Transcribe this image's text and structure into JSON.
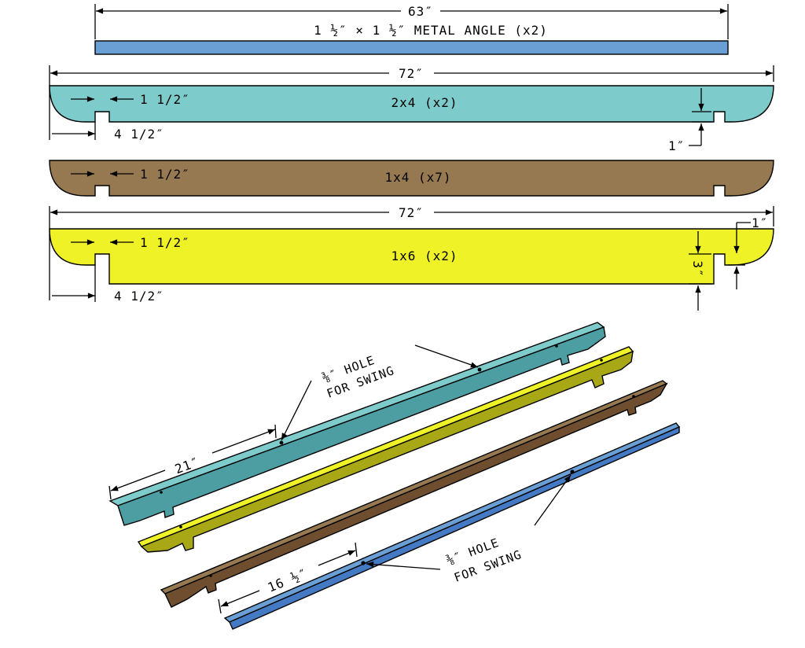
{
  "colors": {
    "angle": "#6a9fd6",
    "two_by_four": "#7ecbcb",
    "one_by_four": "#967950",
    "one_by_six": "#eef226",
    "iso_teal": "#4c9ea3",
    "iso_yellow": "#a8a816",
    "iso_brown": "#6e4e2e",
    "iso_blue": "#4479c4"
  },
  "metal_angle": {
    "length_label": "63″",
    "label": "1 ½″ × 1 ½″ METAL ANGLE (x2)"
  },
  "two_by_four": {
    "length_label": "72″",
    "label": "2x4 (x2)",
    "notch_width": "1 1/2″",
    "notch_offset": "4 1/2″",
    "notch_depth": "1″"
  },
  "one_by_four": {
    "label": "1x4 (x7)",
    "notch_width": "1 1/2″"
  },
  "one_by_six": {
    "length_label": "72″",
    "label": "1x6 (x2)",
    "notch_width": "1 1/2″",
    "notch_offset": "4 1/2″",
    "notch_depth_small": "1″",
    "notch_depth_large": "3″"
  },
  "iso": {
    "hole_note_1_line1": "⅜″ HOLE",
    "hole_note_1_line2": "FOR SWING",
    "dim_21": "21″",
    "dim_16": "16 ½″",
    "hole_note_2_line1": "⅜″ HOLE",
    "hole_note_2_line2": "FOR SWING"
  }
}
